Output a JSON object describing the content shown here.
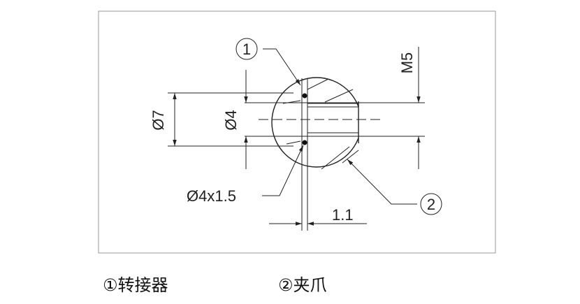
{
  "drawing": {
    "balloon_1": "1",
    "balloon_2": "2",
    "dim_outer": "Ø7",
    "dim_inner": "Ø4",
    "dim_thread": "M5",
    "dim_oring": "Ø4x1.5",
    "dim_gap": "1.1"
  },
  "legend": [
    {
      "label": "①转接器"
    },
    {
      "label": "②夹爪"
    }
  ]
}
